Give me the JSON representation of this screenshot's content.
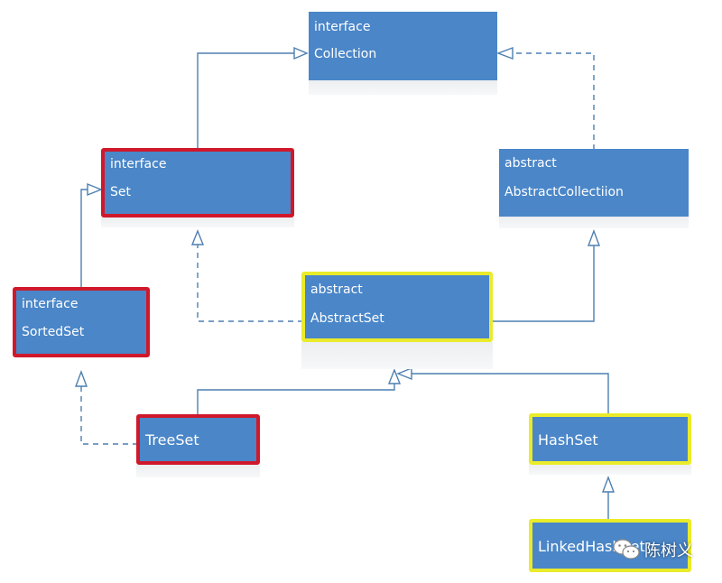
{
  "nodes": {
    "collection": {
      "stereotype": "interface",
      "name": "Collection"
    },
    "set": {
      "stereotype": "interface",
      "name": "Set"
    },
    "abstract_collection": {
      "stereotype": "abstract",
      "name": "AbstractCollectiion"
    },
    "sorted_set": {
      "stereotype": "interface",
      "name": "SortedSet"
    },
    "abstract_set": {
      "stereotype": "abstract",
      "name": "AbstractSet"
    },
    "tree_set": {
      "name": "TreeSet"
    },
    "hash_set": {
      "name": "HashSet"
    },
    "linked_hash_set": {
      "name": "LinkedHashSet"
    }
  },
  "highlight_colors": {
    "red": "#d0182b",
    "yellow": "#eaeb2a",
    "node_fill": "#4a86c8",
    "edge": "#4d7fb0"
  },
  "watermark": {
    "icon": "wechat-icon",
    "text": "陈树义"
  }
}
